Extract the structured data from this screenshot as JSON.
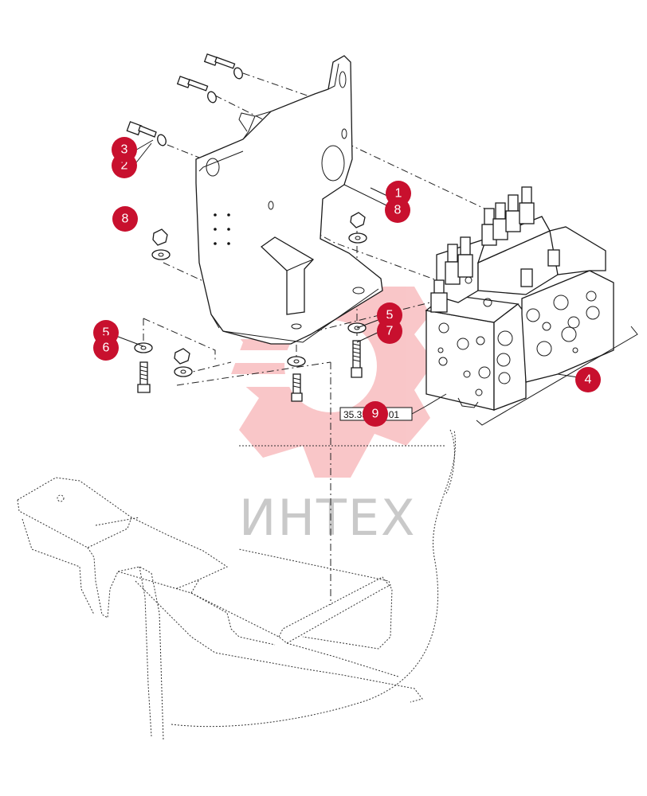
{
  "watermark": {
    "text": "ИНТЕХ",
    "color": "#c8102e"
  },
  "accent_color": "#c8102e",
  "reference": {
    "label": "35.359.ab 01"
  },
  "callouts": [
    {
      "id": "c3",
      "label": "3"
    },
    {
      "id": "c2",
      "label": "2"
    },
    {
      "id": "c1",
      "label": "1"
    },
    {
      "id": "c8a",
      "label": "8"
    },
    {
      "id": "c8b",
      "label": "8"
    },
    {
      "id": "c5a",
      "label": "5"
    },
    {
      "id": "c6",
      "label": "6"
    },
    {
      "id": "c5b",
      "label": "5"
    },
    {
      "id": "c7",
      "label": "7"
    },
    {
      "id": "c9",
      "label": "9"
    },
    {
      "id": "c4",
      "label": "4"
    }
  ]
}
